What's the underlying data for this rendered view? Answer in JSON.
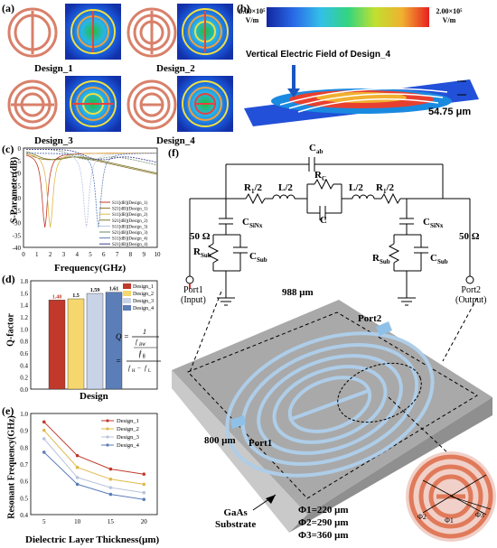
{
  "panel_labels": {
    "a": "(a)",
    "b": "(b)",
    "c": "(c)",
    "d": "(d)",
    "e": "(e)",
    "f": "(f)"
  },
  "panel_a": {
    "designs": [
      "Design_1",
      "Design_2",
      "Design_3",
      "Design_4"
    ]
  },
  "panel_b": {
    "scale_min_value": "0.00×10⁵",
    "scale_min_unit": "V/m",
    "scale_max_value": "2.00×10⁵",
    "scale_max_unit": "V/m",
    "caption": "Vertical Electric Field of Design_4",
    "thickness": "54.75 μm"
  },
  "panel_c": {
    "ylabel": "S-Parameter(dB)",
    "xlabel": "Frequency(GHz)",
    "x_ticks": [
      "0",
      "1",
      "2",
      "3",
      "4",
      "5",
      "6",
      "7",
      "8",
      "9",
      "10"
    ],
    "y_ticks": [
      "0",
      "-5",
      "-10",
      "-15",
      "-20",
      "-25",
      "-30",
      "-35",
      "-40"
    ],
    "legend": [
      "S11[dB](Design_1)",
      "S21[dB](Design_1)",
      "S11[dB](Design_2)",
      "S21[dB](Design_2)",
      "S11[dB](Design_3)",
      "S21[dB](Design_3)",
      "S11[dB](Design_4)",
      "S21[dB](Design_4)"
    ]
  },
  "chart_data": {
    "type": "bar",
    "title": "",
    "xlabel": "Design",
    "ylabel": "Q-factor",
    "ylim": [
      0,
      1.8
    ],
    "y_ticks": [
      "0.0",
      "0.2",
      "0.4",
      "0.6",
      "0.8",
      "1.0",
      "1.2",
      "1.4",
      "1.6",
      "1.8"
    ],
    "categories": [
      "Design_1",
      "Design_2",
      "Design_3",
      "Design_4"
    ],
    "values": [
      1.48,
      1.5,
      1.59,
      1.61
    ],
    "value_labels": [
      "1.48",
      "1.5",
      "1.59",
      "1.61"
    ],
    "colors": [
      "#c0392b",
      "#f5d76e",
      "#c8d3e8",
      "#5b7db8"
    ],
    "formula": {
      "q": "Q =",
      "num": "1",
      "den_a": "f_BW",
      "den_b": "f_0",
      "f0": "f_0",
      "fhl": "f_H − f_L"
    }
  },
  "chart_data_e": {
    "type": "line",
    "xlabel": "Dielectric Layer Thickness(μm)",
    "ylabel": "Resonant Frequency(GHz)",
    "x": [
      5,
      10,
      15,
      20
    ],
    "ylim": [
      0.4,
      1.0
    ],
    "x_ticks": [
      "5",
      "10",
      "15",
      "20"
    ],
    "y_ticks": [
      "0.4",
      "0.5",
      "0.6",
      "0.7",
      "0.8",
      "0.9",
      "1.0"
    ],
    "series": [
      {
        "name": "Design_1",
        "values": [
          0.95,
          0.75,
          0.67,
          0.64
        ],
        "color": "#c0392b"
      },
      {
        "name": "Design_2",
        "values": [
          0.9,
          0.68,
          0.61,
          0.58
        ],
        "color": "#e0b84a"
      },
      {
        "name": "Design_3",
        "values": [
          0.85,
          0.62,
          0.56,
          0.53
        ],
        "color": "#b9c3dd"
      },
      {
        "name": "Design_4",
        "values": [
          0.77,
          0.58,
          0.52,
          0.49
        ],
        "color": "#5b7db8"
      }
    ]
  },
  "panel_f": {
    "cab": "C",
    "cab_sub": "ab",
    "r1": "R",
    "r1_sub": "1",
    "r1_tail": "/2",
    "l2": "L/2",
    "rc": "R",
    "rc_sub": "C",
    "c": "C",
    "csinx": "C",
    "csinx_sub": "SiNx",
    "rsub": "R",
    "rsub_sub": "Sub",
    "csub": "C",
    "csub_sub": "Sub",
    "ohm": "50 Ω",
    "port1": "Port1",
    "port1_note": "(Input)",
    "port2": "Port2",
    "port2_note": "(Output)",
    "width_dim": "988 μm",
    "depth_dim": "800 μm",
    "port1_label": "Port1",
    "port2_label": "Port2",
    "substrate": "GaAs",
    "substrate2": "Substrate",
    "d1": "Φ1=220 μm",
    "d2": "Φ2=290 μm",
    "d3": "Φ3=360 μm",
    "phi1": "Φ1",
    "phi2": "Φ2",
    "phi3": "Φ3"
  }
}
